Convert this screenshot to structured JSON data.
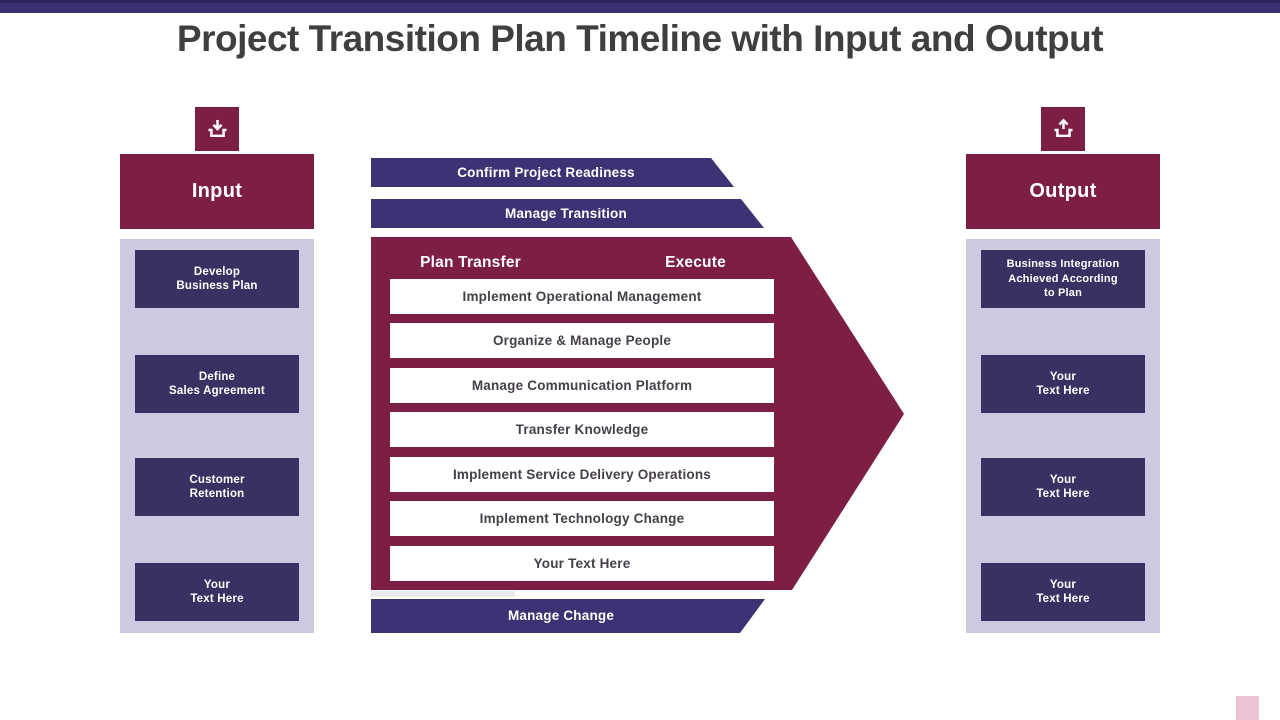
{
  "title": "Project Transition Plan Timeline with Input and Output",
  "input": {
    "header": "Input",
    "icon": "download-icon",
    "items": [
      "Develop\nBusiness Plan",
      "Define\nSales Agreement",
      "Customer\nRetention",
      "Your\nText Here"
    ]
  },
  "output": {
    "header": "Output",
    "icon": "upload-icon",
    "items": [
      "Business Integration\nAchieved According\nto Plan",
      "Your\nText Here",
      "Your\nText Here",
      "Your\nText Here"
    ]
  },
  "timeline": {
    "pre_steps": [
      "Confirm Project Readiness",
      "Manage Transition"
    ],
    "phases": [
      "Plan Transfer",
      "Execute"
    ],
    "steps": [
      "Implement Operational Management",
      "Organize & Manage People",
      "Manage Communication Platform",
      "Transfer Knowledge",
      "Implement Service Delivery Operations",
      "Implement Technology Change",
      "Your Text Here"
    ],
    "post_step": "Manage Change"
  },
  "colors": {
    "top_bar": "#393173",
    "maroon": "#7d1f44",
    "bar_purple": "#3c3375",
    "box_purple": "#3a3163",
    "lavender": "#cdc9e1",
    "pink_accent": "#ecc3d4",
    "title_text": "#3f3e40",
    "step_text": "#453f48"
  }
}
